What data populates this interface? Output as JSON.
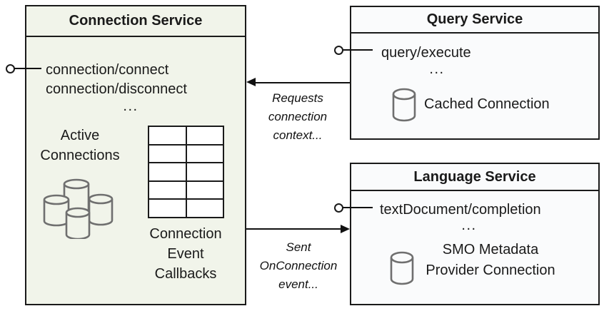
{
  "connection_service": {
    "title": "Connection Service",
    "methods": [
      "connection/connect",
      "connection/disconnect"
    ],
    "ellipsis": "...",
    "active_connections": [
      "Active",
      "Connections"
    ],
    "event_callbacks": [
      "Connection",
      "Event",
      "Callbacks"
    ]
  },
  "query_service": {
    "title": "Query Service",
    "method": "query/execute",
    "ellipsis": "...",
    "cache_label": "Cached Connection"
  },
  "language_service": {
    "title": "Language Service",
    "method": "textDocument/completion",
    "ellipsis": "...",
    "smo_label": [
      "SMO Metadata",
      "Provider Connection"
    ]
  },
  "arrows": {
    "query_to_connection": [
      "Requests",
      "connection",
      "context..."
    ],
    "connection_to_language": [
      "Sent",
      "OnConnection",
      "event..."
    ]
  },
  "colors": {
    "connection_box_fill": "#f1f4ea",
    "service_box_fill": "#fafbfc",
    "border": "#1a1a1a",
    "cylinder_stroke": "#6f6f6f"
  }
}
